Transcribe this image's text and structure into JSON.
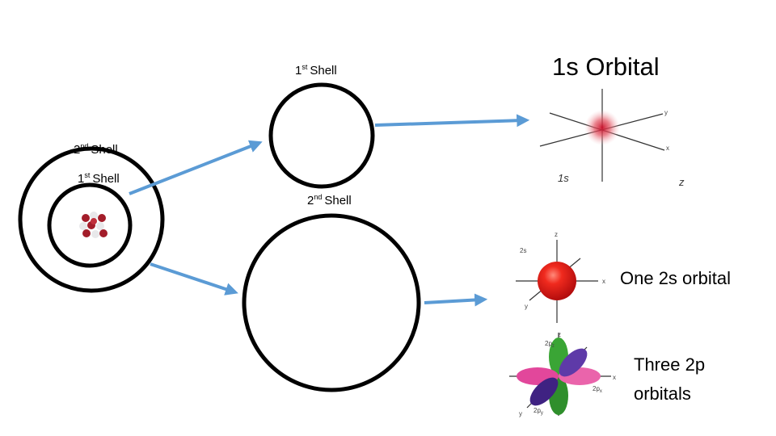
{
  "diagram": {
    "labels": {
      "first_shell_top": {
        "sup": "st",
        "num": "1",
        "word": "Shell"
      },
      "second_shell_left": {
        "num": "2",
        "sup": "nd",
        "word": "Shell"
      },
      "first_shell_left": {
        "num": "1",
        "sup": "st",
        "word": "Shell"
      },
      "second_shell_mid": {
        "num": "2",
        "sup": "nd",
        "word": "Shell"
      }
    },
    "orbital_1s_title": "1s Orbital",
    "orbital_2s_text": "One 2s orbital",
    "orbital_2p_text_line1": "Three 2p",
    "orbital_2p_text_line2": "orbitals",
    "axis_labels_1s": {
      "y": "y",
      "x": "x",
      "name": "1s",
      "z": "z"
    },
    "axis_labels_2s": {
      "z": "z",
      "x": "x",
      "y": "y",
      "name": "2s"
    },
    "axis_labels_2p": {
      "z": "z",
      "x": "x",
      "y": "y",
      "pz": "2p",
      "pz_sub": "z",
      "px": "2p",
      "px_sub": "x",
      "py": "2p",
      "py_sub": "y"
    }
  },
  "colors": {
    "arrow": "#5b9bd5",
    "shell": "#000000",
    "sphere_red": "#ee1c1c",
    "lobe_green": "#3aa535",
    "lobe_pink": "#e2479b",
    "lobe_purple": "#4b2a8f"
  }
}
